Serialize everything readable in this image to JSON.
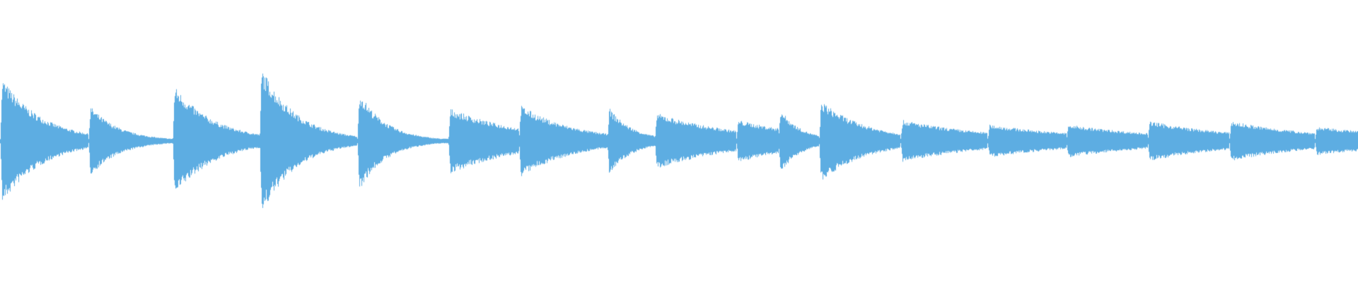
{
  "waveform": {
    "color": "#5dade2",
    "background": "#ffffff",
    "onsets": [
      {
        "t": 0.0,
        "amp": 0.55,
        "decay": 0.03,
        "floor": 0.02
      },
      {
        "t": 0.065,
        "amp": 0.31,
        "decay": 0.022,
        "floor": 0.02
      },
      {
        "t": 0.127,
        "amp": 0.48,
        "decay": 0.03,
        "floor": 0.02
      },
      {
        "t": 0.191,
        "amp": 0.65,
        "decay": 0.026,
        "floor": 0.02
      },
      {
        "t": 0.263,
        "amp": 0.44,
        "decay": 0.02,
        "floor": 0.02
      },
      {
        "t": 0.33,
        "amp": 0.28,
        "decay": 0.055,
        "floor": 0.02
      },
      {
        "t": 0.382,
        "amp": 0.31,
        "decay": 0.04,
        "floor": 0.02
      },
      {
        "t": 0.447,
        "amp": 0.3,
        "decay": 0.018,
        "floor": 0.02
      },
      {
        "t": 0.482,
        "amp": 0.24,
        "decay": 0.06,
        "floor": 0.02
      },
      {
        "t": 0.542,
        "amp": 0.18,
        "decay": 0.06,
        "floor": 0.02
      },
      {
        "t": 0.573,
        "amp": 0.29,
        "decay": 0.016,
        "floor": 0.02
      },
      {
        "t": 0.603,
        "amp": 0.35,
        "decay": 0.035,
        "floor": 0.02
      },
      {
        "t": 0.663,
        "amp": 0.18,
        "decay": 0.07,
        "floor": 0.02
      },
      {
        "t": 0.727,
        "amp": 0.14,
        "decay": 0.08,
        "floor": 0.02
      },
      {
        "t": 0.785,
        "amp": 0.14,
        "decay": 0.08,
        "floor": 0.02
      },
      {
        "t": 0.845,
        "amp": 0.17,
        "decay": 0.07,
        "floor": 0.02
      },
      {
        "t": 0.905,
        "amp": 0.17,
        "decay": 0.07,
        "floor": 0.02
      },
      {
        "t": 0.968,
        "amp": 0.12,
        "decay": 0.09,
        "floor": 0.02
      }
    ]
  }
}
